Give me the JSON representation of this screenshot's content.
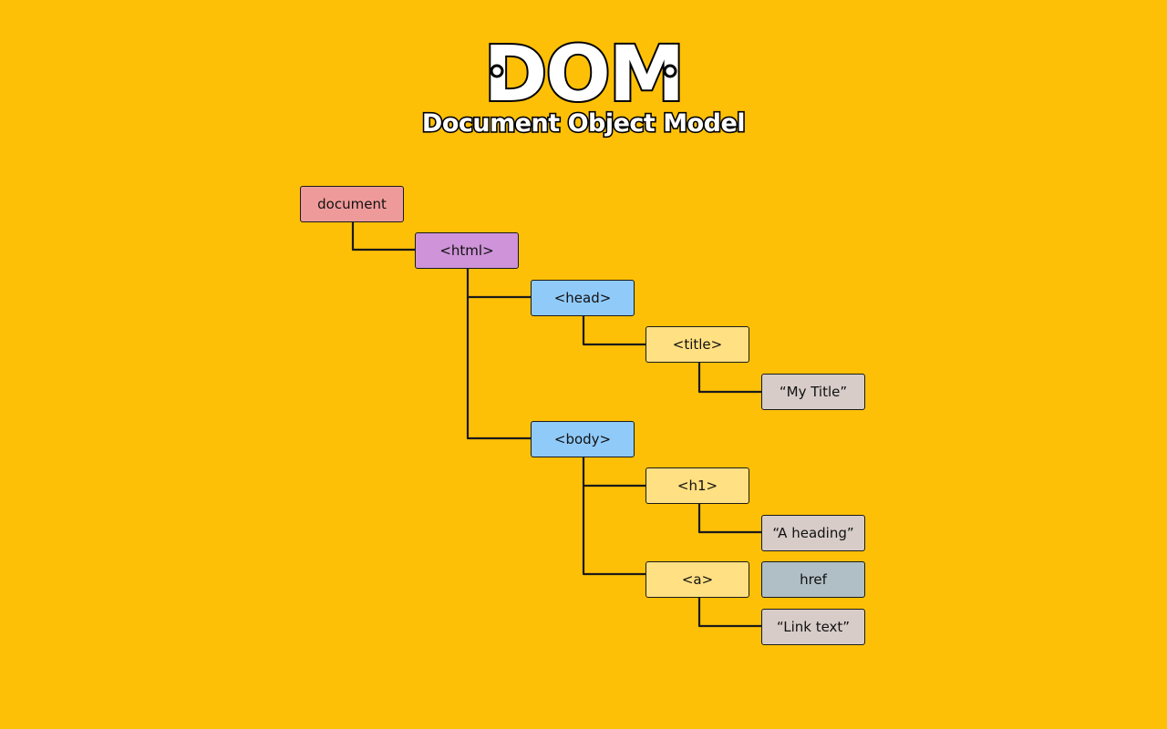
{
  "header": {
    "title": "DOM",
    "subtitle": "Document Object Model"
  },
  "tree": {
    "document": "document",
    "html": "<html>",
    "head": "<head>",
    "title_tag": "<title>",
    "title_text": "“My Title”",
    "body": "<body>",
    "h1": "<h1>",
    "h1_text": "“A heading”",
    "a": "<a>",
    "a_attr": "href",
    "a_text": "“Link text”"
  },
  "colors": {
    "background": "#FEC007",
    "document": "#EF9A9A",
    "html": "#CE93D8",
    "head_body": "#90CAF9",
    "element": "#FFE082",
    "text_node": "#D7CCC8",
    "attribute": "#B0BEC5"
  }
}
